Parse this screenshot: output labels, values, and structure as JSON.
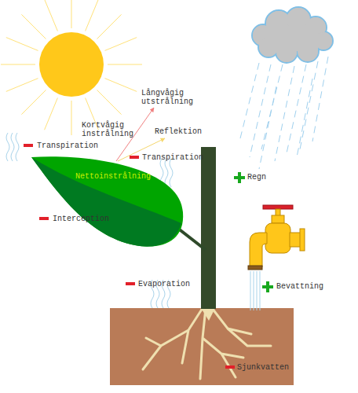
{
  "diagram": {
    "labels": [
      "Långvågig utstrålning",
      "Kortvågig instrålning",
      "Reflektion",
      "Transpiration",
      "Transpiration",
      "Nettoinstrålning",
      "Regn",
      "Interception",
      "Evaporation",
      "Bevattning",
      "Sjunkvatten"
    ]
  }
}
